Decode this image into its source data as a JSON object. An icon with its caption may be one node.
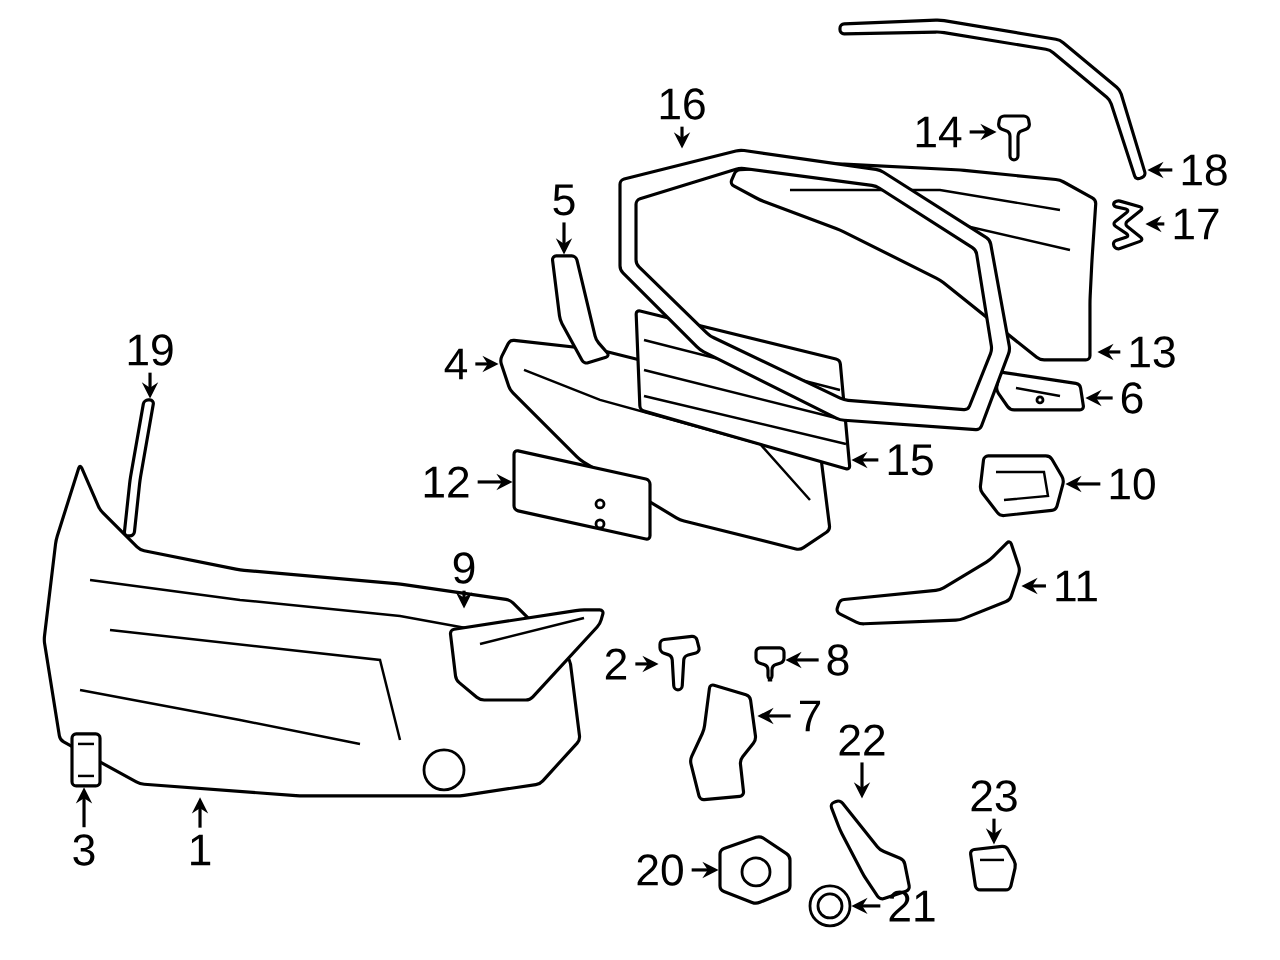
{
  "diagram": {
    "nodes": [
      {
        "text": [
          "1"
        ]
      },
      {
        "text": [],
        "shape": "picture"
      },
      {
        "text": [
          "2"
        ]
      },
      {
        "text": [],
        "shape": "picture"
      },
      {
        "text": [
          "3"
        ]
      },
      {
        "text": [],
        "shape": "picture"
      },
      {
        "text": [
          "4"
        ]
      },
      {
        "text": [],
        "shape": "picture"
      },
      {
        "text": [
          "5"
        ]
      },
      {
        "text": [],
        "shape": "picture"
      },
      {
        "text": [
          "6"
        ]
      },
      {
        "text": [],
        "shape": "picture"
      },
      {
        "text": [
          "7"
        ]
      },
      {
        "text": [],
        "shape": "picture"
      },
      {
        "text": [
          "8"
        ]
      },
      {
        "text": [],
        "shape": "picture"
      },
      {
        "text": [
          "9"
        ]
      },
      {
        "text": [],
        "shape": "picture"
      },
      {
        "text": [
          "10"
        ]
      },
      {
        "text": [],
        "shape": "picture"
      },
      {
        "text": [
          "11"
        ]
      },
      {
        "text": [],
        "shape": "picture"
      },
      {
        "text": [
          "12"
        ]
      },
      {
        "text": [],
        "shape": "picture"
      },
      {
        "text": [
          "13"
        ]
      },
      {
        "text": [],
        "shape": "picture"
      },
      {
        "text": [
          "14"
        ]
      },
      {
        "text": [],
        "shape": "picture"
      },
      {
        "text": [
          "15"
        ]
      },
      {
        "text": [],
        "shape": "picture"
      },
      {
        "text": [
          "16"
        ]
      },
      {
        "text": [],
        "shape": "picture"
      },
      {
        "text": [
          "17"
        ]
      },
      {
        "text": [],
        "shape": "picture"
      },
      {
        "text": [
          "18"
        ]
      },
      {
        "text": [],
        "shape": "picture"
      },
      {
        "text": [
          "19"
        ]
      },
      {
        "text": [],
        "shape": "picture"
      },
      {
        "text": [
          "20"
        ]
      },
      {
        "text": [],
        "shape": "picture"
      },
      {
        "text": [
          "21"
        ]
      },
      {
        "text": [],
        "shape": "picture"
      },
      {
        "text": [
          "22"
        ]
      },
      {
        "text": [],
        "shape": "picture"
      },
      {
        "text": [
          "23"
        ]
      },
      {
        "text": [],
        "shape": "picture"
      }
    ],
    "edges": [
      {
        "from": 0,
        "to": 1,
        "arrow": "to"
      },
      {
        "from": 2,
        "to": 3,
        "arrow": "to"
      },
      {
        "from": 4,
        "to": 5,
        "arrow": "to"
      },
      {
        "from": 6,
        "to": 7,
        "arrow": "to"
      },
      {
        "from": 8,
        "to": 9,
        "arrow": "to"
      },
      {
        "from": 10,
        "to": 11,
        "arrow": "to"
      },
      {
        "from": 12,
        "to": 13,
        "arrow": "to"
      },
      {
        "from": 14,
        "to": 15,
        "arrow": "to"
      },
      {
        "from": 16,
        "to": 17,
        "arrow": "to"
      },
      {
        "from": 18,
        "to": 19,
        "arrow": "to"
      },
      {
        "from": 20,
        "to": 21,
        "arrow": "to"
      },
      {
        "from": 22,
        "to": 23,
        "arrow": "to"
      },
      {
        "from": 24,
        "to": 25,
        "arrow": "to"
      },
      {
        "from": 26,
        "to": 27,
        "arrow": "to"
      },
      {
        "from": 28,
        "to": 29,
        "arrow": "to"
      },
      {
        "from": 30,
        "to": 31,
        "arrow": "to"
      },
      {
        "from": 32,
        "to": 33,
        "arrow": "to"
      },
      {
        "from": 34,
        "to": 35,
        "arrow": "to"
      },
      {
        "from": 36,
        "to": 37,
        "arrow": "to"
      },
      {
        "from": 38,
        "to": 39,
        "arrow": "to"
      },
      {
        "from": 40,
        "to": 41,
        "arrow": "to"
      },
      {
        "from": 42,
        "to": 43,
        "arrow": "to"
      },
      {
        "from": 44,
        "to": 45,
        "arrow": "to"
      }
    ]
  }
}
